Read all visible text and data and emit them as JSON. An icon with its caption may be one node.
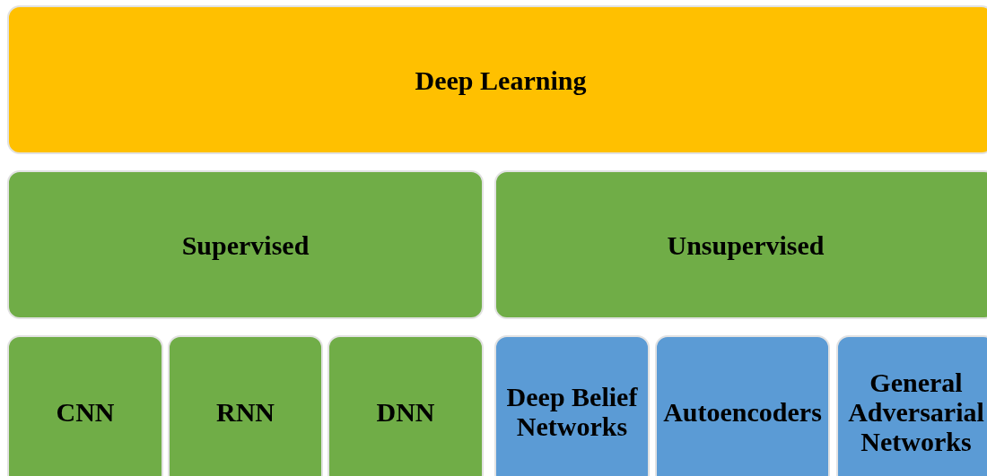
{
  "diagram": {
    "nodes": [
      {
        "text": [
          "Deep Learning"
        ]
      },
      {
        "text": [
          "Supervised"
        ]
      },
      {
        "text": [
          "Unsupervised"
        ]
      },
      {
        "text": [
          "CNN"
        ]
      },
      {
        "text": [
          "RNN"
        ]
      },
      {
        "text": [
          "DNN"
        ]
      },
      {
        "text": [
          "Deep Belief Networks"
        ]
      },
      {
        "text": [
          "Autoencoders"
        ]
      },
      {
        "text": [
          "General Adversarial Networks"
        ]
      }
    ]
  }
}
